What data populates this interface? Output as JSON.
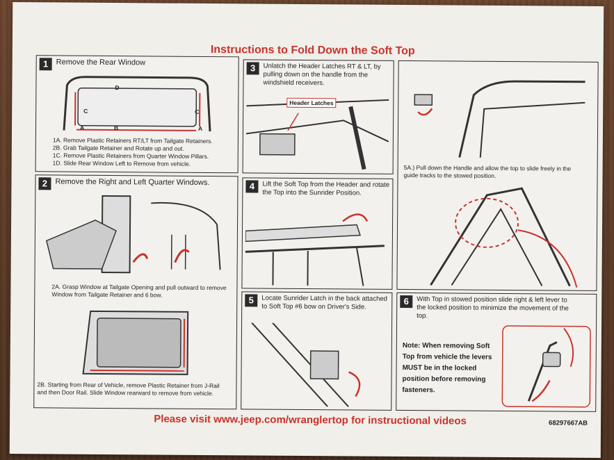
{
  "title": "Instructions to Fold Down the Soft Top",
  "steps": [
    {
      "num": "1",
      "title": "Remove the Rear Window",
      "lines": [
        "1A. Remove Plastic Retainers RT/LT from Tailgate Retainers.",
        "2B. Grab Tailgate Retainer and Rotate up and out.",
        "1C. Remove Plastic Retainers from Quarter Window Pillars.",
        "1D. Slide Rear Window Left to Remove from vehicle."
      ],
      "labels": {
        "a1": "A",
        "a2": "A",
        "b": "B",
        "c1": "C",
        "c2": "C",
        "d": "D"
      }
    },
    {
      "num": "2",
      "title": "Remove the Right and Left Quarter Windows.",
      "line_a": "2A. Grasp Window at Tailgate Opening and pull outward to remove Window from Tailgate Retainer and 6 bow.",
      "line_b": "2B. Starting from Rear of Vehicle, remove Plastic Retainer from J-Rail and then Door Rail. Slide Window rearward to remove from vehicle."
    },
    {
      "num": "3",
      "title": "Unlatch the Header Latches RT & LT, by pulling down on the handle from the windshield receivers.",
      "callout": "Header Latches"
    },
    {
      "num": "4",
      "title": "Lift the Soft Top from the Header and rotate the Top into the Sunrider Position."
    },
    {
      "num": "5",
      "title": "Locate Sunrider Latch in the back attached to Soft Top #6 bow on Driver's Side."
    },
    {
      "num": "6",
      "title": "With Top in stowed position slide right & left lever to the locked position to minimize the movement of the top.",
      "note": "Note: When removing Soft Top from vehicle the levers MUST be in the locked position before removing fasteners."
    }
  ],
  "step5a": "5A.) Pull down the Handle and allow the top to slide freely in the guide tracks to the stowed position.",
  "footer": "Please visit www.jeep.com/wranglertop for instructional videos",
  "part_number": "68297667AB",
  "colors": {
    "accent": "#c8332c",
    "ink": "#2a2a2a",
    "paper": "#f1efea"
  }
}
